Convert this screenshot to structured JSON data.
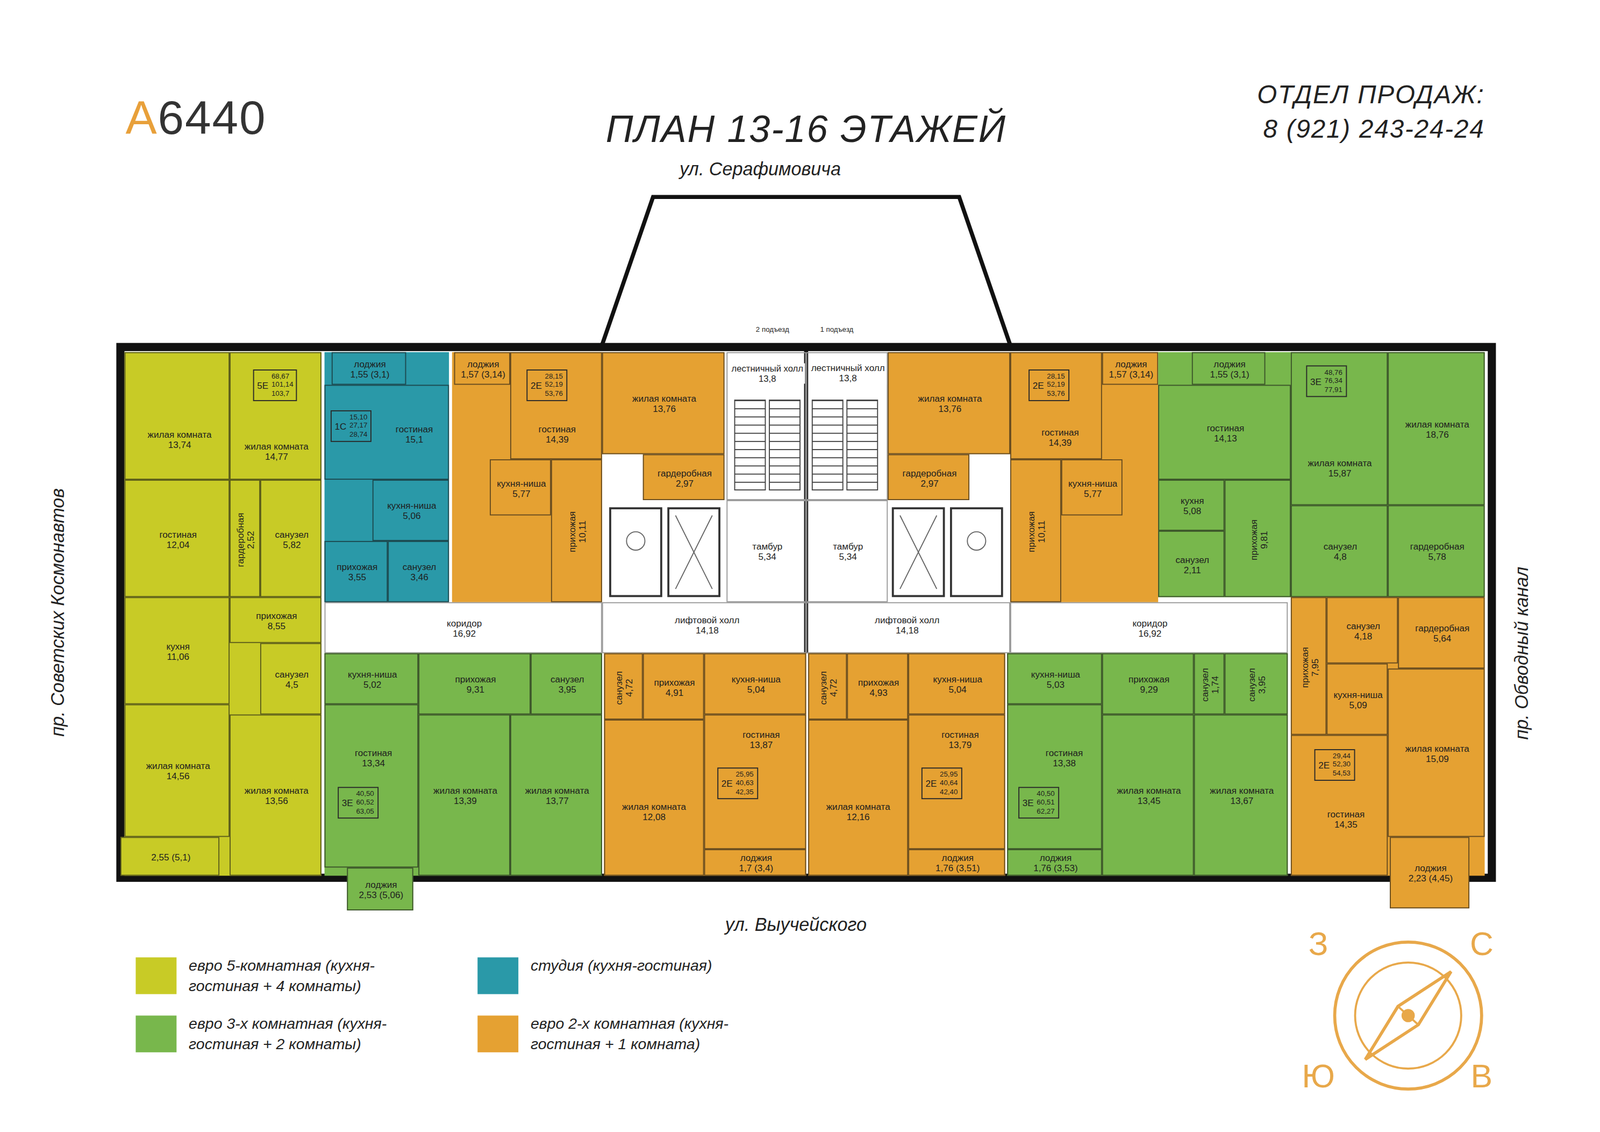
{
  "diagram": {
    "title": "ПЛАН 13-16 ЭТАЖЕЙ",
    "nodes": [
      {
        "text": [
          "5Е",
          "68,67",
          "101,14",
          "103,7"
        ]
      },
      {
        "text": [
          "жилая комната",
          "13,74"
        ],
        "in": 0
      },
      {
        "text": [
          "жилая комната",
          "14,77"
        ],
        "in": 0
      },
      {
        "text": [
          "гостиная",
          "12,04"
        ],
        "in": 0
      },
      {
        "text": [
          "гардеробная",
          "2,52"
        ],
        "in": 0
      },
      {
        "text": [
          "санузел",
          "5,82"
        ],
        "in": 0
      },
      {
        "text": [
          "кухня",
          "11,06"
        ],
        "in": 0
      },
      {
        "text": [
          "прихожая",
          "8,55"
        ],
        "in": 0
      },
      {
        "text": [
          "санузел",
          "4,5"
        ],
        "in": 0
      },
      {
        "text": [
          "жилая комната",
          "14,56"
        ],
        "in": 0
      },
      {
        "text": [
          "жилая комната",
          "13,56"
        ],
        "in": 0
      },
      {
        "text": [
          "2,55 (5,1)"
        ],
        "in": 0
      },
      {
        "text": [
          "1С",
          "15,10",
          "27,17",
          "28,74"
        ]
      },
      {
        "text": [
          "лоджия",
          "1,55 (3,1)"
        ],
        "in": 12
      },
      {
        "text": [
          "гостиная",
          "15,1"
        ],
        "in": 12
      },
      {
        "text": [
          "кухня-ниша",
          "5,06"
        ],
        "in": 12
      },
      {
        "text": [
          "санузел",
          "3,46"
        ],
        "in": 12
      },
      {
        "text": [
          "прихожая",
          "3,55"
        ],
        "in": 12
      },
      {
        "text": [
          "2Е",
          "28,15",
          "52,19",
          "53,76"
        ]
      },
      {
        "text": [
          "лоджия",
          "1,57 (3,14)"
        ],
        "in": 18
      },
      {
        "text": [
          "гостиная",
          "14,39"
        ],
        "in": 18
      },
      {
        "text": [
          "кухня-ниша",
          "5,77"
        ],
        "in": 18
      },
      {
        "text": [
          "прихожая",
          "10,11"
        ],
        "in": 18
      },
      {
        "text": [
          "жилая комната",
          "13,76"
        ],
        "in": 18
      },
      {
        "text": [
          "гардеробная",
          "2,97"
        ],
        "in": 18
      },
      {
        "text": [
          "лестничный холл",
          "13,8"
        ]
      },
      {
        "text": [
          "лестничный холл",
          "13,8"
        ]
      },
      {
        "text": [
          "тамбур",
          "5,34"
        ]
      },
      {
        "text": [
          "тамбур",
          "5,34"
        ]
      },
      {
        "text": [
          "2Е",
          "28,15",
          "52,19",
          "53,76"
        ]
      },
      {
        "text": [
          "жилая комната",
          "13,76"
        ],
        "in": 29
      },
      {
        "text": [
          "гардеробная",
          "2,97"
        ],
        "in": 29
      },
      {
        "text": [
          "гостиная",
          "14,39"
        ],
        "in": 29
      },
      {
        "text": [
          "лоджия",
          "1,57 (3,14)"
        ],
        "in": 29
      },
      {
        "text": [
          "кухня-ниша",
          "5,77"
        ],
        "in": 29
      },
      {
        "text": [
          "прихожая",
          "10,11"
        ],
        "in": 29
      },
      {
        "text": [
          "3Е",
          "48,76",
          "76,34",
          "77,91"
        ]
      },
      {
        "text": [
          "лоджия",
          "1,55 (3,1)"
        ],
        "in": 36
      },
      {
        "text": [
          "гостиная",
          "14,13"
        ],
        "in": 36
      },
      {
        "text": [
          "кухня",
          "5,08"
        ],
        "in": 36
      },
      {
        "text": [
          "санузел",
          "2,11"
        ],
        "in": 36
      },
      {
        "text": [
          "прихожая",
          "9,81"
        ],
        "in": 36
      },
      {
        "text": [
          "жилая комната",
          "15,87"
        ],
        "in": 36
      },
      {
        "text": [
          "жилая комната",
          "18,76"
        ],
        "in": 36
      },
      {
        "text": [
          "санузел",
          "4,8"
        ],
        "in": 36
      },
      {
        "text": [
          "гардеробная",
          "5,78"
        ],
        "in": 36
      },
      {
        "text": [
          "коридор",
          "16,92"
        ]
      },
      {
        "text": [
          "лифтовой холл",
          "14,18"
        ]
      },
      {
        "text": [
          "лифтовой холл",
          "14,18"
        ]
      },
      {
        "text": [
          "коридор",
          "16,92"
        ]
      },
      {
        "text": [
          "3Е",
          "40,50",
          "60,52",
          "63,05"
        ]
      },
      {
        "text": [
          "кухня-ниша",
          "5,02"
        ],
        "in": 50
      },
      {
        "text": [
          "прихожая",
          "9,31"
        ],
        "in": 50
      },
      {
        "text": [
          "санузел",
          "3,95"
        ],
        "in": 50
      },
      {
        "text": [
          "гостиная",
          "13,34"
        ],
        "in": 50
      },
      {
        "text": [
          "жилая комната",
          "13,39"
        ],
        "in": 50
      },
      {
        "text": [
          "жилая комната",
          "13,77"
        ],
        "in": 50
      },
      {
        "text": [
          "лоджия",
          "2,53 (5,06)"
        ],
        "in": 50
      },
      {
        "text": [
          "2Е",
          "25,95",
          "40,63",
          "42,35"
        ]
      },
      {
        "text": [
          "санузел",
          "4,72"
        ],
        "in": 58
      },
      {
        "text": [
          "прихожая",
          "4,91"
        ],
        "in": 58
      },
      {
        "text": [
          "кухня-ниша",
          "5,04"
        ],
        "in": 58
      },
      {
        "text": [
          "гостиная",
          "13,87"
        ],
        "in": 58
      },
      {
        "text": [
          "жилая комната",
          "12,08"
        ],
        "in": 58
      },
      {
        "text": [
          "лоджия",
          "1,7 (3,4)"
        ],
        "in": 58
      },
      {
        "text": [
          "2Е",
          "25,95",
          "40,64",
          "42,40"
        ]
      },
      {
        "text": [
          "санузел",
          "4,72"
        ],
        "in": 65
      },
      {
        "text": [
          "прихожая",
          "4,93"
        ],
        "in": 65
      },
      {
        "text": [
          "кухня-ниша",
          "5,04"
        ],
        "in": 65
      },
      {
        "text": [
          "гостиная",
          "13,79"
        ],
        "in": 65
      },
      {
        "text": [
          "жилая комната",
          "12,16"
        ],
        "in": 65
      },
      {
        "text": [
          "лоджия",
          "1,76 (3,51)"
        ],
        "in": 65
      },
      {
        "text": [
          "3Е",
          "40,50",
          "60,51",
          "62,27"
        ]
      },
      {
        "text": [
          "кухня-ниша",
          "5,03"
        ],
        "in": 72
      },
      {
        "text": [
          "прихожая",
          "9,29"
        ],
        "in": 72
      },
      {
        "text": [
          "санузел",
          "1,74"
        ],
        "in": 72
      },
      {
        "text": [
          "санузел",
          "3,95"
        ],
        "in": 72
      },
      {
        "text": [
          "гостиная",
          "13,38"
        ],
        "in": 72
      },
      {
        "text": [
          "жилая комната",
          "13,45"
        ],
        "in": 72
      },
      {
        "text": [
          "жилая комната",
          "13,67"
        ],
        "in": 72
      },
      {
        "text": [
          "лоджия",
          "1,76 (3,53)"
        ],
        "in": 72
      },
      {
        "text": [
          "2Е",
          "29,44",
          "52,30",
          "54,53"
        ]
      },
      {
        "text": [
          "прихожая",
          "7,95"
        ],
        "in": 81
      },
      {
        "text": [
          "санузел",
          "4,18"
        ],
        "in": 81
      },
      {
        "text": [
          "гардеробная",
          "5,64"
        ],
        "in": 81
      },
      {
        "text": [
          "кухня-ниша",
          "5,09"
        ],
        "in": 81
      },
      {
        "text": [
          "жилая комната",
          "15,09"
        ],
        "in": 81
      },
      {
        "text": [
          "гостиная",
          "14,35"
        ],
        "in": 81
      },
      {
        "text": [
          "лоджия",
          "2,23 (4,45)"
        ],
        "in": 81
      }
    ],
    "labels": [
      "A6440",
      "ОТДЕЛ ПРОДАЖ:",
      "8 (921) 243-24-24",
      "ул. Серафимовича",
      "2 подъезд",
      "1 подъезд",
      "пр. Советских Космонавтов",
      "пр. Обводный канал",
      "ул. Выучейского",
      "З",
      "С",
      "Ю",
      "В"
    ],
    "legend": [
      {
        "text": "евро 5-комнатная (кухня-гостиная + 4 комнаты)",
        "color": "#c8cb26"
      },
      {
        "text": "студия (кухня-гостиная)",
        "color": "#2a99a8"
      },
      {
        "text": "евро 3-х комнатная (кухня-гостиная + 2 комнаты)",
        "color": "#78b74c"
      },
      {
        "text": "евро 2-х комнатная (кухня-гостиная + 1 комната)",
        "color": "#e5a132"
      }
    ]
  }
}
